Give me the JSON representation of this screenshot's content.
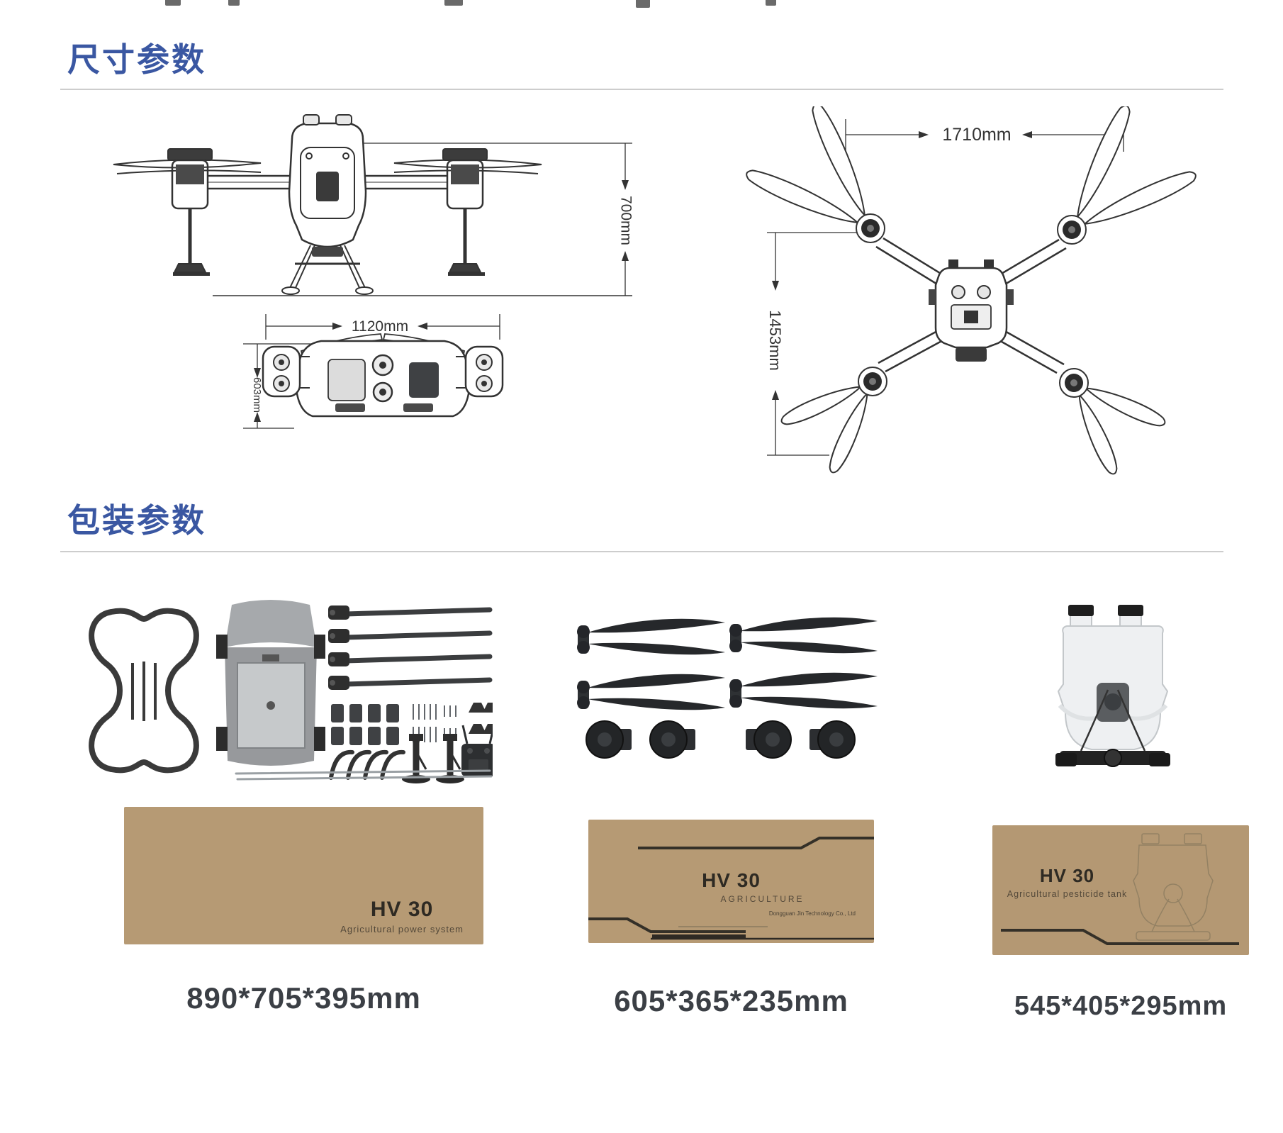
{
  "sections": {
    "dimensions": {
      "title": "尺寸参数",
      "labels": {
        "front_height": "700mm",
        "folded_width": "1120mm",
        "folded_depth": "603mm",
        "unfolded_width": "1710mm",
        "unfolded_depth": "1453mm"
      }
    },
    "packaging": {
      "title": "包装参数",
      "boxes": [
        {
          "product": "HV 30",
          "subtitle": "Agricultural power system",
          "dimensions": "890*705*395mm"
        },
        {
          "product": "HV 30",
          "subtitle": "AGRICULTURE",
          "company": "Dongguan Jin Technology Co., Ltd",
          "dimensions": "605*365*235mm"
        },
        {
          "product": "HV 30",
          "subtitle": "Agricultural pesticide tank",
          "dimensions": "545*405*295mm"
        }
      ]
    }
  },
  "colors": {
    "accent_blue": "#3A57A2",
    "box_tan": "#B69A74",
    "dim_text": "#3B3F45",
    "line_art": "#333333"
  }
}
